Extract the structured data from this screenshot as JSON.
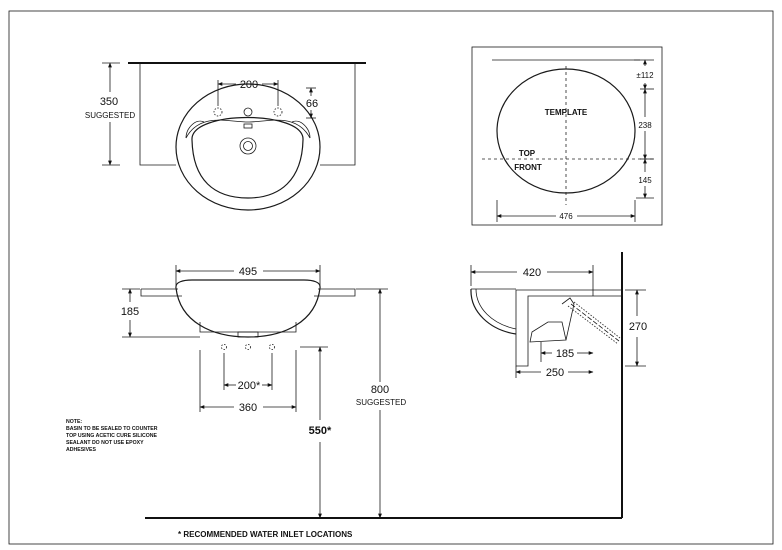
{
  "top_view": {
    "width_label": "200",
    "offset_label": "66",
    "height_label": "350",
    "height_note": "SUGGESTED"
  },
  "template_view": {
    "template_label": "TEMPLATE",
    "top_label": "TOP",
    "front_label": "FRONT",
    "dim_top": "±112",
    "dim_mid": "238",
    "dim_bottom": "145",
    "dim_width": "476"
  },
  "front_view": {
    "width_label": "495",
    "depth_label": "185",
    "tap_spacing_label": "200*",
    "inlet_spacing_label": "360",
    "inlet_height_label": "550*",
    "counter_height_label": "800",
    "counter_height_note": "SUGGESTED"
  },
  "side_view": {
    "width_label": "420",
    "height_label": "270",
    "inner_label": "185",
    "outer_label": "250"
  },
  "note": {
    "title": "NOTE:",
    "lines": [
      "BASIN TO BE SEALED TO COUNTER",
      "TOP USING ACETIC CURE SILICONE",
      "SEALANT DO NOT USE EPOXY",
      "ADHESIVES"
    ]
  },
  "footnote": "* RECOMMENDED WATER INLET LOCATIONS"
}
